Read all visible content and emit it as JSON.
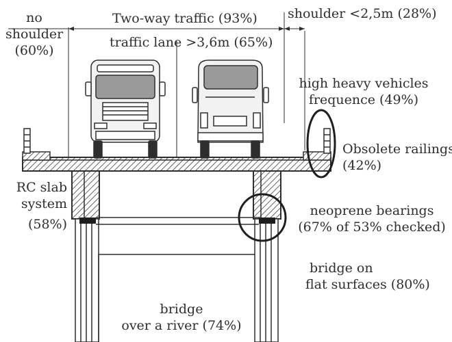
{
  "labels": {
    "no_shoulder": [
      "no",
      "shoulder",
      "(60%)"
    ],
    "two_way_traffic": "Two-way traffic (93%)",
    "shoulder_width": "shoulder <2,5m (28%)",
    "traffic_lane": "traffic lane >3,6m (65%)",
    "heavy_vehicles": [
      "high heavy vehicles",
      "frequence (49%)"
    ],
    "obsolete_railings": [
      "Obsolete railings",
      "(42%)"
    ],
    "rc_slab": [
      "RC slab",
      "system",
      "(58%)"
    ],
    "neoprene_bearings": [
      "neoprene bearings",
      "(67% of 53% checked)"
    ],
    "flat_surfaces": [
      "bridge on",
      "flat surfaces (80%)"
    ],
    "river": [
      "bridge",
      "over a river (74%)"
    ]
  },
  "colors": {
    "line": "#2e2e2e",
    "hatch": "#3a3a3a",
    "vehicle_fill": "#f2f2f2",
    "window": "#9a9a9a",
    "background": "#ffffff"
  },
  "icons": [
    "truck-front-icon",
    "bus-rear-icon",
    "railing-icon"
  ]
}
